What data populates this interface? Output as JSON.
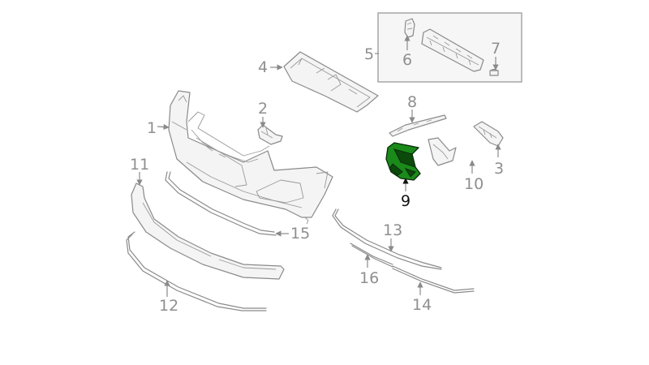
{
  "diagram": {
    "callouts": {
      "c1": "1",
      "c2": "2",
      "c3": "3",
      "c4": "4",
      "c5": "5",
      "c6": "6",
      "c7": "7",
      "c8": "8",
      "c9": "9",
      "c10": "10",
      "c11": "11",
      "c12": "12",
      "c13": "13",
      "c14": "14",
      "c15": "15",
      "c16": "16"
    },
    "highlighted_part": "9",
    "colors": {
      "line": "#8a8a8a",
      "label": "#8f8f8f",
      "highlight_fill": "#1a8a1a",
      "highlight_label": "#111111",
      "inset_background": "#f6f6f6"
    }
  }
}
